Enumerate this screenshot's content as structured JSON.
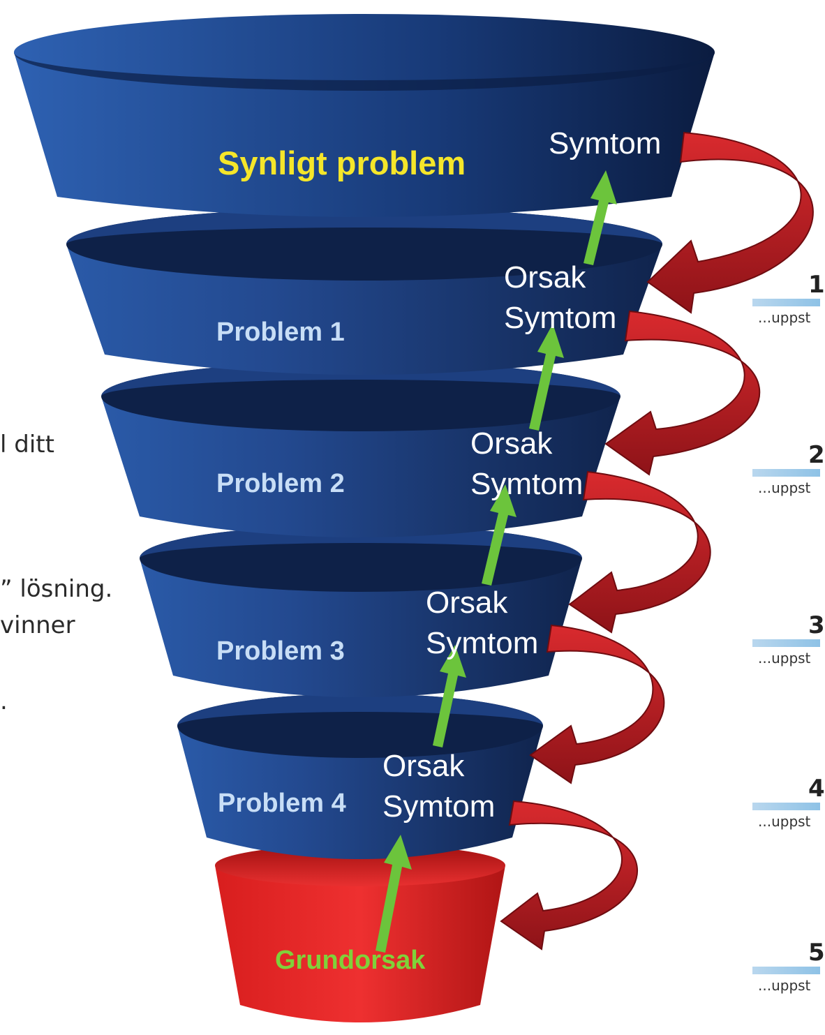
{
  "funnel": {
    "top_label": "Synligt problem",
    "top_symptom": "Symtom",
    "levels": [
      {
        "label": "Problem 1",
        "cause": "Orsak",
        "symptom": "Symtom"
      },
      {
        "label": "Problem 2",
        "cause": "Orsak",
        "symptom": "Symtom"
      },
      {
        "label": "Problem 3",
        "cause": "Orsak",
        "symptom": "Symtom"
      },
      {
        "label": "Problem 4",
        "cause": "Orsak",
        "symptom": "Symtom"
      }
    ],
    "root_label": "Grundorsak"
  },
  "left_text": {
    "line1": "l ditt",
    "line2": "” lösning.",
    "line3": "vinner",
    "line4": "."
  },
  "steps": [
    {
      "number": "1",
      "caption": "...uppst"
    },
    {
      "number": "2",
      "caption": "...uppst"
    },
    {
      "number": "3",
      "caption": "...uppst"
    },
    {
      "number": "4",
      "caption": "...uppst"
    },
    {
      "number": "5",
      "caption": "...uppst"
    }
  ],
  "colors": {
    "funnel_blue_light": "#2f63b4",
    "funnel_blue_dark": "#0f2350",
    "root_red": "#e02828",
    "arrow_red": "#c42127",
    "arrow_green": "#6cc43c",
    "title_yellow": "#f5e62a",
    "problem_label": "#c8def6",
    "root_label": "#7fd23a"
  }
}
